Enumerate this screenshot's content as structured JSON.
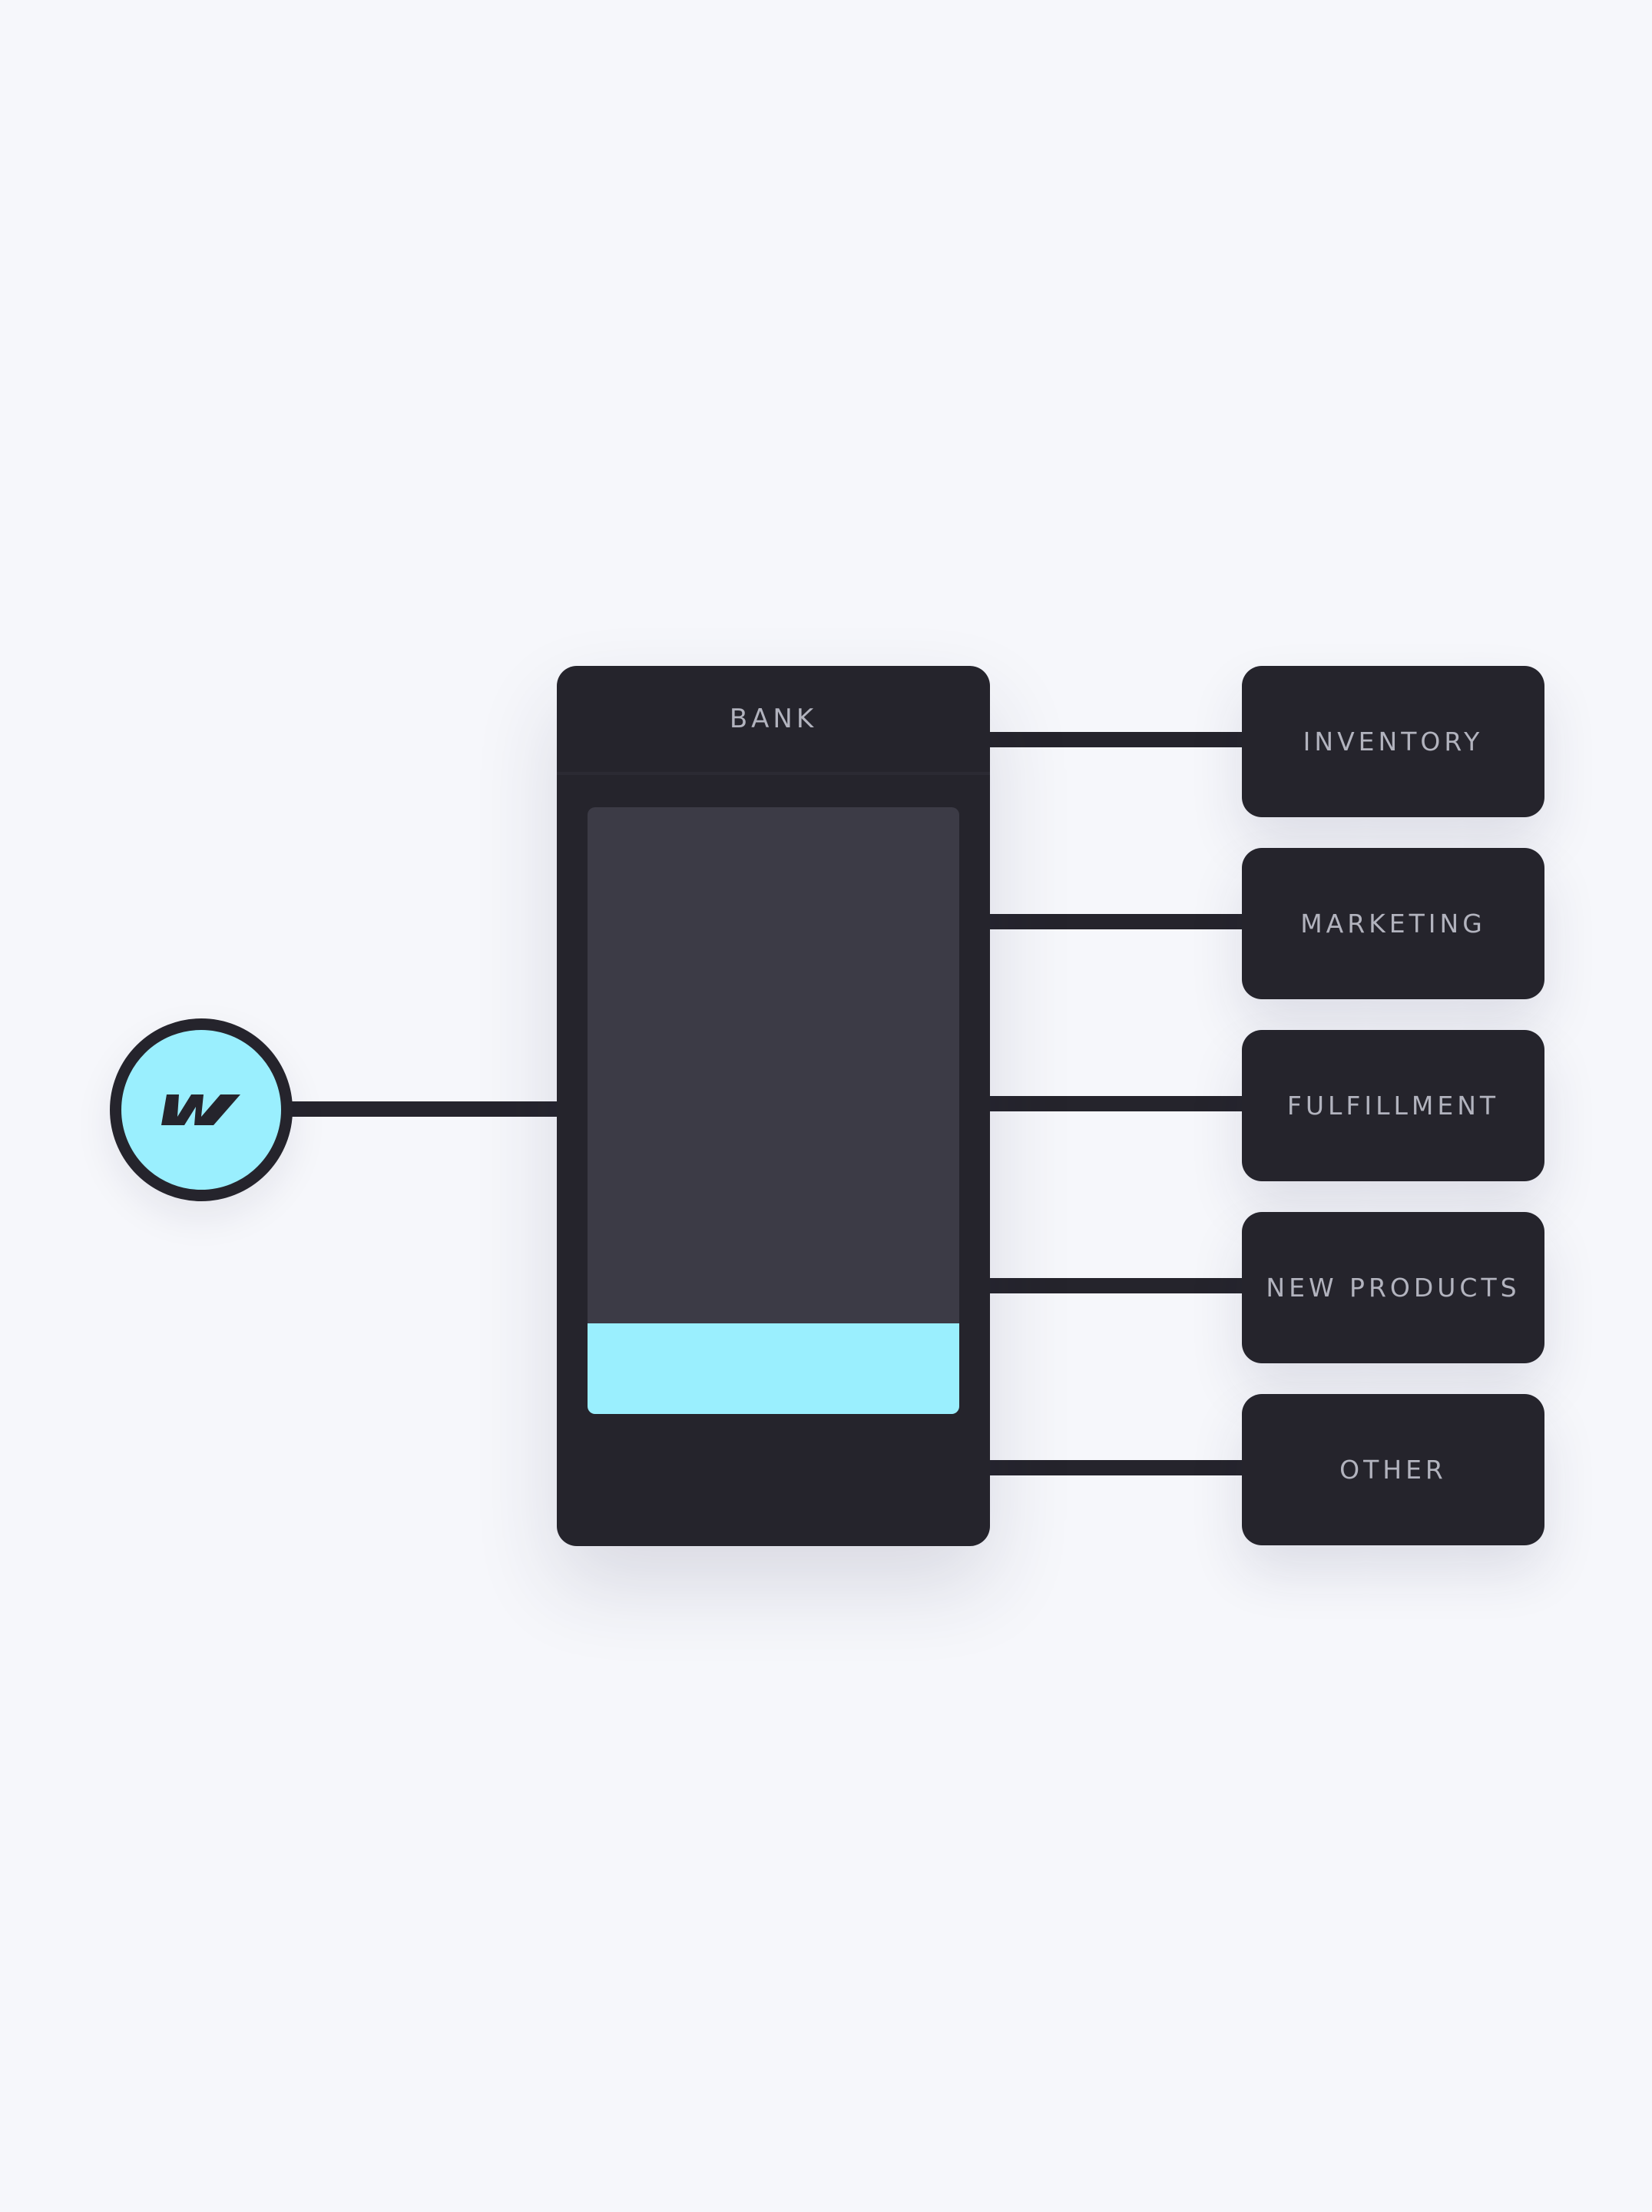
{
  "colors": {
    "background": "#f6f7fb",
    "node": "#25242c",
    "well": "#3c3b46",
    "accent": "#9aeffe",
    "label": "#b2b3be"
  },
  "source": {
    "icon": "webflow-logo-icon"
  },
  "bank": {
    "title": "BANK",
    "fill_fraction": 0.15
  },
  "destinations": [
    {
      "label": "INVENTORY"
    },
    {
      "label": "MARKETING"
    },
    {
      "label": "FULFILLMENT"
    },
    {
      "label": "NEW PRODUCTS"
    },
    {
      "label": "OTHER"
    }
  ]
}
